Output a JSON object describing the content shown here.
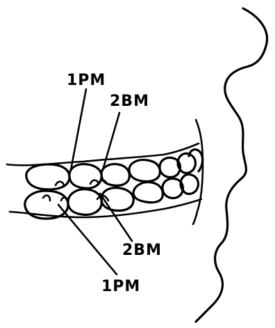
{
  "diagram": {
    "labels": {
      "upper_first_premolar": "1PM",
      "upper_second_premolar": "2BM",
      "lower_second_premolar": "2BM",
      "lower_first_premolar": "1PM"
    }
  }
}
